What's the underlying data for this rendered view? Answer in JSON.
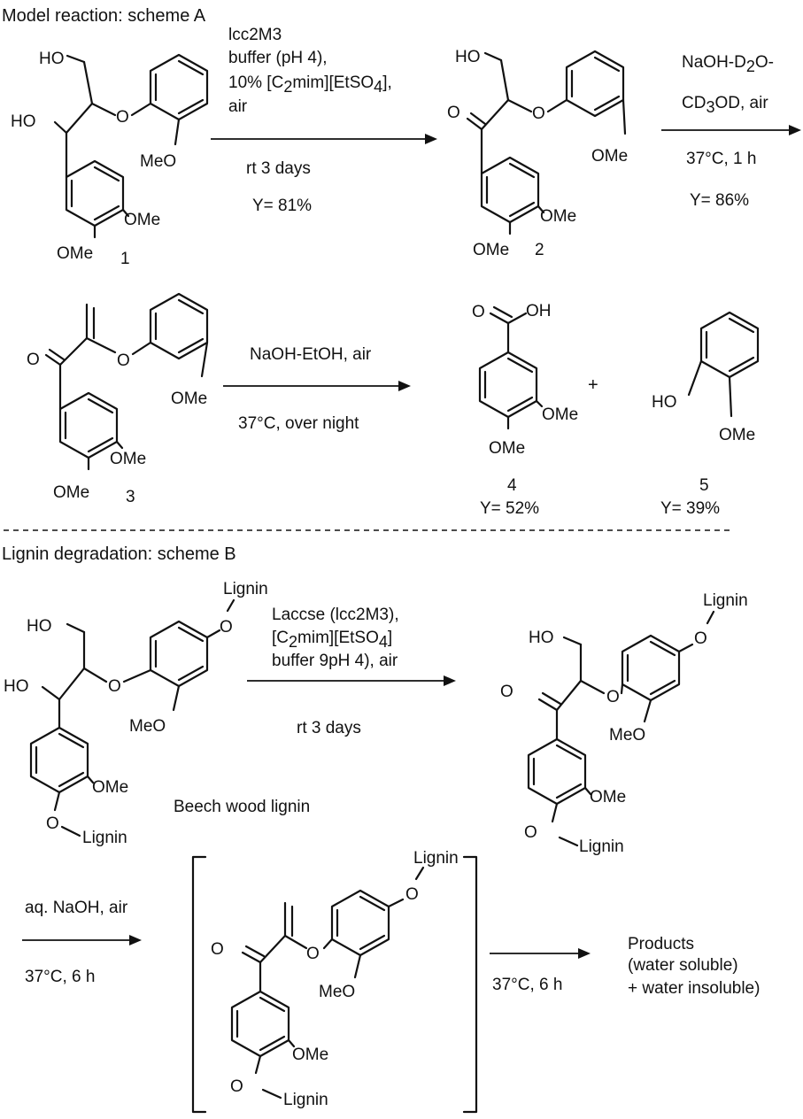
{
  "scheme_a": {
    "title": "Model reaction: scheme A",
    "step1": {
      "line1": "lcc2M3",
      "line2": "buffer (pH 4),",
      "line3_pre": "10% [C",
      "line3_sub1": "2",
      "line3_mid": "mim][EtSO",
      "line3_sub2": "4",
      "line3_post": "],",
      "line4": "air",
      "cond": "rt 3 days",
      "yield": "Y= 81%"
    },
    "step2": {
      "line1_pre": "NaOH-D",
      "line1_sub": "2",
      "line1_post": "O-",
      "line2_pre": "CD",
      "line2_sub": "3",
      "line2_post": "OD, air",
      "cond": "37°C, 1 h",
      "yield": "Y= 86%"
    },
    "step3": {
      "reagent": "NaOH-EtOH, air",
      "cond": "37°C, over night"
    },
    "plus": "+",
    "compounds": {
      "c1": {
        "number": "1",
        "ho_top": "HO",
        "ho_side": "HO",
        "o_ether": "O",
        "meo": "MeO",
        "ome_meta": "OMe",
        "ome_para": "OMe"
      },
      "c2": {
        "number": "2",
        "ho_top": "HO",
        "o_carbonyl": "O",
        "o_ether": "O",
        "ome_ring": "OMe",
        "ome_meta": "OMe",
        "ome_para": "OMe"
      },
      "c3": {
        "number": "3",
        "o_carbonyl": "O",
        "o_ether": "O",
        "ome_ring": "OMe",
        "ome_meta": "OMe",
        "ome_para": "OMe"
      },
      "c4": {
        "number": "4",
        "yield": "Y= 52%",
        "o_carbonyl": "O",
        "oh": "OH",
        "ome_meta": "OMe",
        "ome_para": "OMe"
      },
      "c5": {
        "number": "5",
        "yield": "Y= 39%",
        "ho": "HO",
        "ome": "OMe"
      }
    }
  },
  "scheme_b": {
    "title": "Lignin degradation: scheme B",
    "step1": {
      "line1": "Laccse (lcc2M3),",
      "line2_pre": "[C",
      "line2_sub1": "2",
      "line2_mid": "mim][EtSO",
      "line2_sub2": "4",
      "line2_post": "]",
      "line3": "buffer 9pH 4), air",
      "cond": "rt 3 days"
    },
    "source_label": "Beech wood lignin",
    "step2": {
      "reagent": "aq. NaOH, air",
      "cond": "37°C, 6 h"
    },
    "step3": {
      "cond": "37°C, 6 h"
    },
    "products": {
      "line1": "Products",
      "line2": "(water soluble)",
      "line3": "+ water insoluble)"
    },
    "labels": {
      "lignin": "Lignin",
      "o": "O",
      "ho": "HO",
      "meo": "MeO",
      "ome": "OMe"
    }
  }
}
